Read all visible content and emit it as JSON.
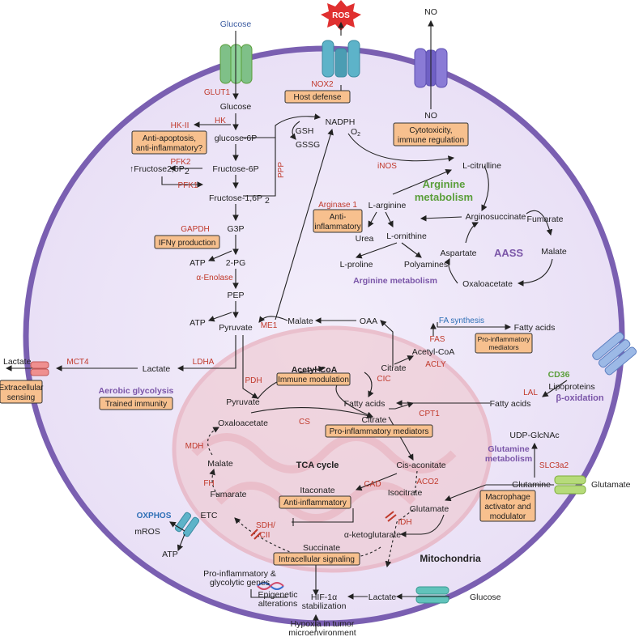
{
  "transport": {
    "glucose_in": "Glucose",
    "glut1": "GLUT1",
    "ros": "ROS",
    "nox2": "NOX2",
    "host_defense": "Host defense",
    "no_out": "NO",
    "no_in": "NO",
    "mct4": "MCT4",
    "lactate_out": "Lactate",
    "extracellular_sensing": [
      "Extracellular",
      "sensing"
    ],
    "cd36": "CD36",
    "lal": "LAL",
    "slc3a2": "SLC3a2",
    "glutamate_out": "Glutamate",
    "glucose_bottom": "Glucose"
  },
  "glycolysis": {
    "glucose": "Glucose",
    "hk": "HK",
    "hk2": "HK-II",
    "anti_apoptosis": [
      "Anti-apoptosis,",
      "anti-inflammatory?"
    ],
    "g6p": "glucose-6P",
    "f6p": "Fructose-6P",
    "pfk2": "PFK2",
    "f26p": "↑Fructose2,6P",
    "pfk1": "PFK1",
    "f16p": "Fructose-1,6P",
    "ppp": "PPP",
    "g3p": "G3P",
    "gapdh": "GAPDH",
    "ifn": "IFNγ production",
    "atp1": "ATP",
    "pg2": "2-PG",
    "enolase": "α-Enolase",
    "pep": "PEP",
    "atp2": "ATP",
    "pyruvate": "Pyruvate",
    "me1": "ME1",
    "malate": "Malate",
    "oaa": "OAA",
    "ldha": "LDHA",
    "lactate": "Lactate",
    "aerobic": "Aerobic glycolysis",
    "trained": "Trained immunity"
  },
  "redox": {
    "nadph": "NADPH",
    "o2": "O",
    "gsh": "GSH",
    "gssg": "GSSG",
    "inos": "iNOS",
    "cytotox": [
      "Cytotoxicity,",
      "immune regulation"
    ]
  },
  "arginine": {
    "citrulline": "L-citrulline",
    "title": [
      "Arginine",
      "metabolism"
    ],
    "arginase": "Arginase 1",
    "anti_inflam": [
      "Anti-",
      "inflammatory"
    ],
    "larginine": "L-arginine",
    "argsucc": "Arginosuccinate",
    "fumarate": "Fumarate",
    "urea": "Urea",
    "lornithine": "L-ornithine",
    "aass": "AASS",
    "aspartate": "Aspartate",
    "malate": "Malate",
    "lproline": "L-proline",
    "polyamines": "Polyamines",
    "oxaloacetate": "Oxaloacetate",
    "subtitle": "Arginine metabolism"
  },
  "fatty": {
    "fa_synth": "FA synthesis",
    "fatty_acids": "Fatty acids",
    "fas": "FAS",
    "acetylcoa": "Acetyl-CoA",
    "acly": "ACLY",
    "proinflam": [
      "Pro-inflammatory",
      "mediators"
    ],
    "citrate": "Citrate",
    "cic": "CIC",
    "lipoproteins": "Lipoproteins",
    "beta_ox": "β-oxidation",
    "fatty_acids2": "Fatty acids",
    "cpt1": "CPT1"
  },
  "tca": {
    "pdh": "PDH",
    "acetylcoa": "Acetyl-CoA",
    "immune_mod": "Immune modulation",
    "pyruvate": "Pyruvate",
    "fatty_acids": "Fatty acids",
    "oxaloacetate": "Oxaloacetate",
    "cs": "CS",
    "citrate": "Citrate",
    "proinflam": "Pro-inflammatory mediators",
    "mdh": "MDH",
    "malate": "Malate",
    "title": "TCA cycle",
    "cis": "Cis-aconitate",
    "fh": "FH",
    "fumarate": "Fumarate",
    "itaconate": "Itaconate",
    "cad": "CAD",
    "isocitrate": "Isocitrate",
    "aco2": "ACO2",
    "anti_inflam": "Anti-inflammatory",
    "glutamate": "Glutamate",
    "sdh": [
      "SDH/",
      "CII"
    ],
    "idh": "IDH",
    "akg": "α-ketoglutarate",
    "succinate": "Succinate",
    "intracell": "Intracellular signaling",
    "mitochondria": "Mitochondria"
  },
  "oxphos": {
    "title": "OXPHOS",
    "etc": "ETC",
    "mros": "mROS",
    "atp": "ATP"
  },
  "glutamine": {
    "udp": "UDP-GlcNAc",
    "title": [
      "Glutamine",
      "metabolism"
    ],
    "glutamine": "Glutamine",
    "macro": [
      "Macrophage",
      "activator and",
      "modulator"
    ]
  },
  "hif": {
    "genes": [
      "Pro-inflammatory &",
      "glycolytic genes"
    ],
    "epi": [
      "Epigenetic",
      "alterations"
    ],
    "hif": [
      "HIF-1α",
      "stabilization"
    ],
    "lactate": "Lactate",
    "hypoxia": [
      "Hypoxia in tumor",
      "microenvironment"
    ]
  }
}
